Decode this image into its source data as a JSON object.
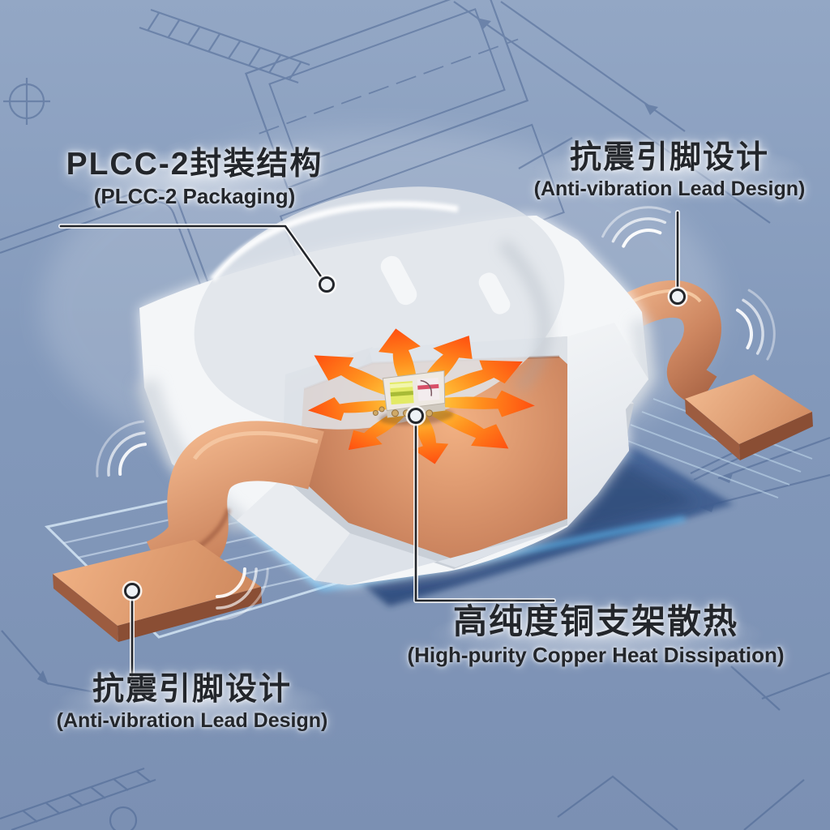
{
  "callouts": {
    "package": {
      "zh": "PLCC-2封装结构",
      "en": "(PLCC-2 Packaging)"
    },
    "lead_right": {
      "zh": "抗震引脚设计",
      "en": "(Anti-vibration Lead Design)"
    },
    "heat_sink": {
      "zh": "高纯度铜支架散热",
      "en": "(High-purity Copper Heat Dissipation)"
    },
    "lead_left": {
      "zh": "抗震引脚设计",
      "en": "(Anti-vibration Lead Design)"
    }
  },
  "colors": {
    "background_top": "#93a7c5",
    "background_bottom": "#7b90b3",
    "blueprint_line": "#46618f",
    "label_text": "#23262b",
    "package_white": "#f4f6f8",
    "copper_light": "#f1b78e",
    "copper_dark": "#a96544",
    "arrow_yellow": "#ffd946",
    "arrow_orange": "#ff4f10",
    "rim_glow_cyan": "#5fc6ff",
    "ground_shadow": "#2d4b7c"
  }
}
